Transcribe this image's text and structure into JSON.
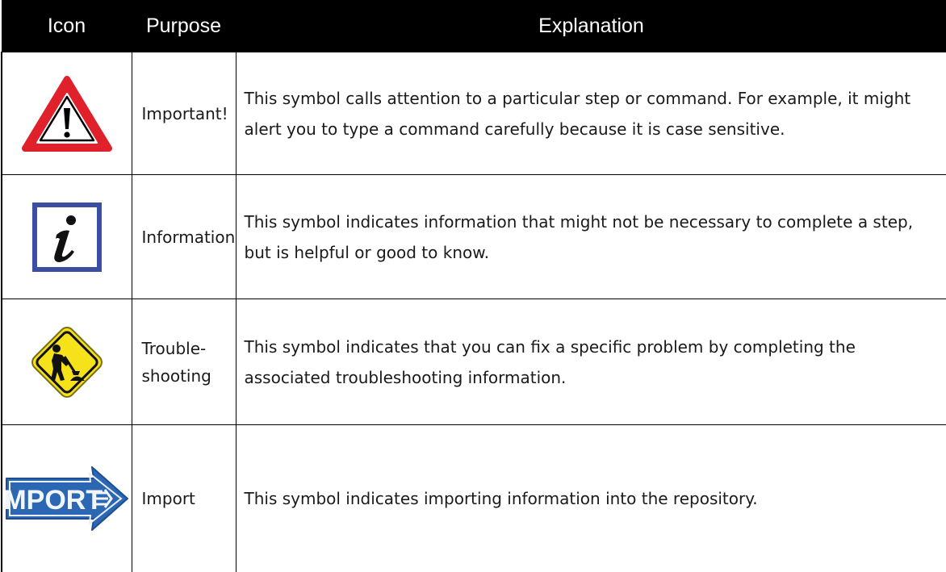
{
  "table": {
    "headers": {
      "icon": "Icon",
      "purpose": "Purpose",
      "explanation": "Explanation"
    },
    "rows": [
      {
        "icon": "warning-triangle-icon",
        "purpose": "Important!",
        "explanation": "This symbol calls attention to a particular step or command. For example, it might alert you to type a command carefully because it is case sensitive."
      },
      {
        "icon": "information-icon",
        "purpose": "Information",
        "explanation": "This symbol indicates information that might not be necessary to complete a step, but is helpful or good to know."
      },
      {
        "icon": "troubleshooting-worker-icon",
        "purpose": "Trouble-shooting",
        "explanation": "This symbol indicates that you can fix a specific problem by completing the associated troubleshooting information."
      },
      {
        "icon": "import-arrow-icon",
        "icon_text": "IMPORT",
        "purpose": "Import",
        "explanation": "This symbol indicates importing information into the repository."
      }
    ]
  },
  "colors": {
    "header_bg": "#000000",
    "header_text": "#ffffff",
    "warning_red": "#e0212b",
    "info_blue": "#3a4fa3",
    "caution_yellow": "#f6e21a",
    "import_blue": "#2c67b3"
  }
}
